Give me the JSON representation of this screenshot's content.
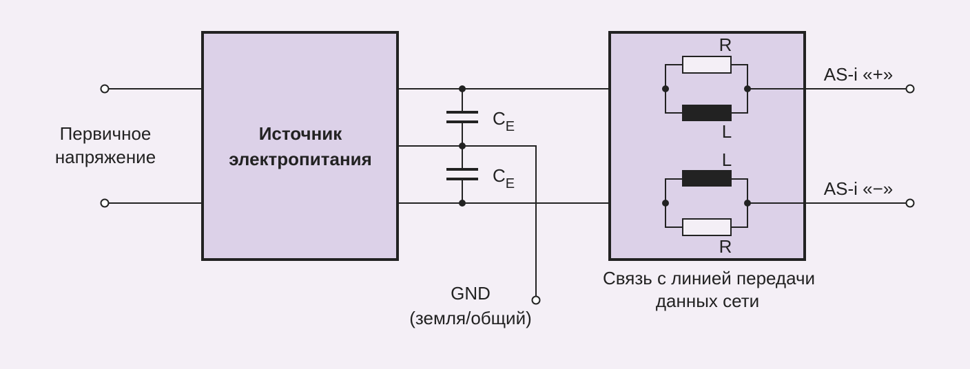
{
  "colors": {
    "background": "#f4eff6",
    "block_fill": "#dcd1e8",
    "line": "#222222",
    "inductor": "#222222"
  },
  "labels": {
    "input": [
      "Первичное",
      "напряжение"
    ],
    "psu": [
      "Источник",
      "электропитания"
    ],
    "cap_main": "C",
    "cap_sub": "E",
    "resistor": "R",
    "inductor": "L",
    "out_plus": "AS-i «+»",
    "out_minus": "AS-i «−»",
    "gnd": [
      "GND",
      "(земля/общий)"
    ],
    "coupling": [
      "Связь с линией передачи",
      "данных сети"
    ]
  }
}
